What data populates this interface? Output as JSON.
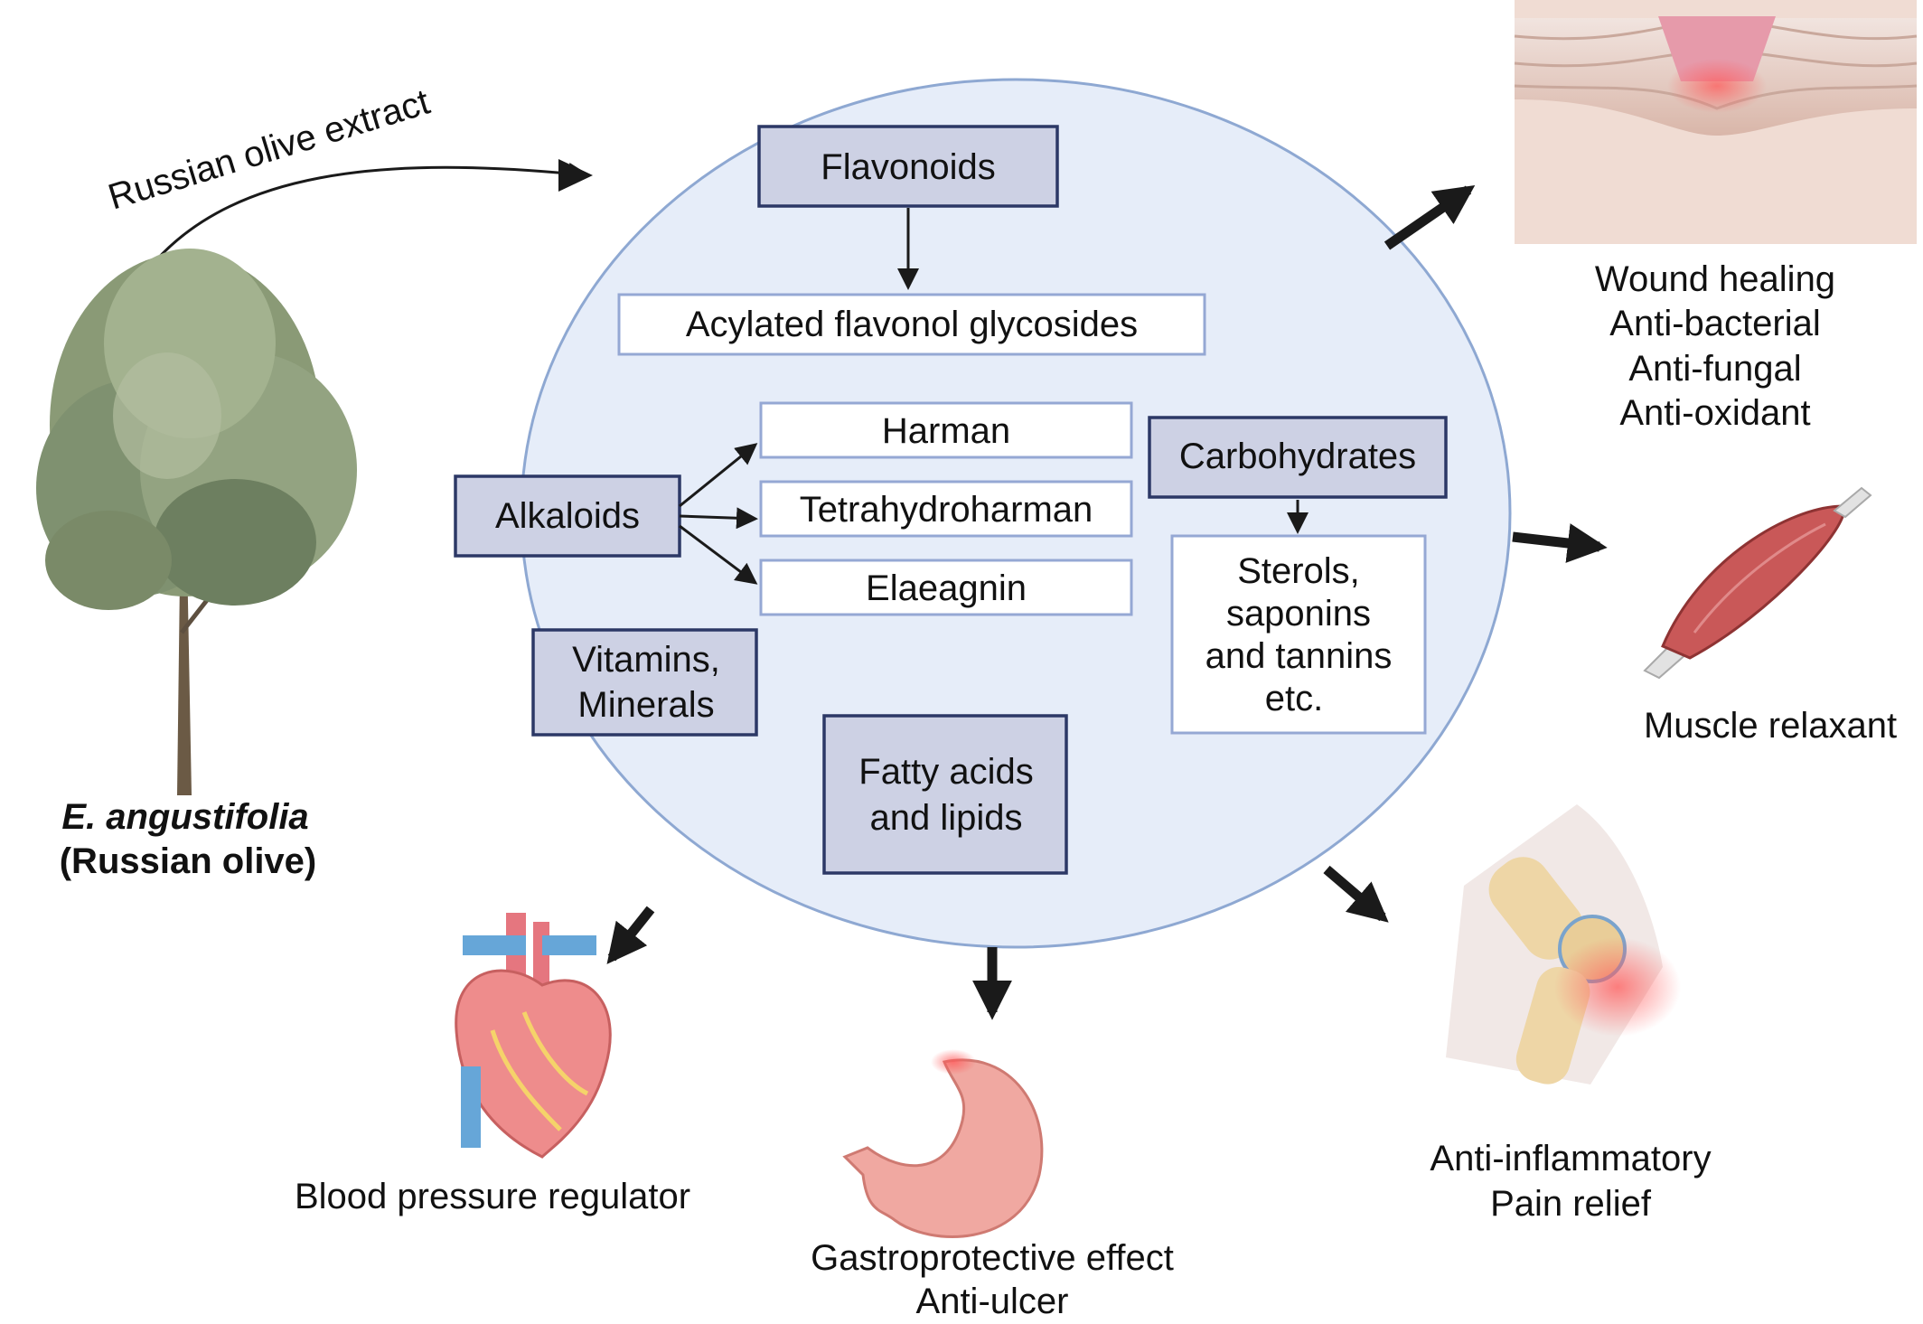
{
  "source": {
    "extract_label": "Russian olive extract",
    "species": "E. angustifolia",
    "common_name": "(Russian olive)"
  },
  "compounds": {
    "flavonoids": "Flavonoids",
    "acylated": "Acylated flavonol glycosides",
    "alkaloids": "Alkaloids",
    "harman": "Harman",
    "tetrahydroharman": "Tetrahydroharman",
    "elaeagnin": "Elaeagnin",
    "carbohydrates": "Carbohydrates",
    "sterols": [
      "Sterols,",
      "saponins",
      "and tannins",
      "etc."
    ],
    "vitamins": [
      "Vitamins,",
      "Minerals"
    ],
    "fatty_acids": [
      "Fatty acids",
      "and lipids"
    ]
  },
  "effects": {
    "skin": [
      "Wound healing",
      "Anti-bacterial",
      "Anti-fungal",
      "Anti-oxidant"
    ],
    "muscle": [
      "Muscle relaxant"
    ],
    "knee": [
      "Anti-inflammatory",
      "Pain relief"
    ],
    "stomach": [
      "Gastroprotective effect",
      "Anti-ulcer"
    ],
    "heart": [
      "Blood pressure regulator"
    ]
  }
}
